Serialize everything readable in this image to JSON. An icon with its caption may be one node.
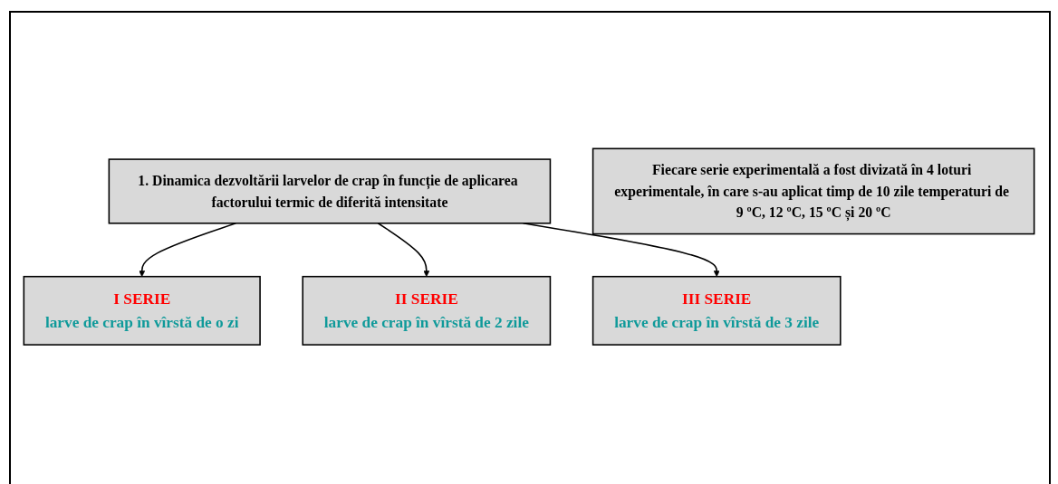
{
  "diagram": {
    "nodes": [
      {
        "text": [
          "1. Dinamica dezvoltării larvelor de crap în funcție de aplicarea factorului termic de diferită intensitate"
        ]
      },
      {
        "text": [
          "I SERIE",
          "larve de crap în vîrstă de o zi"
        ]
      },
      {
        "text": [
          "II SERIE",
          "larve de crap în vîrstă de 2 zile"
        ]
      },
      {
        "text": [
          "III SERIE",
          "larve de crap în vîrstă de 3 zile"
        ]
      },
      {
        "text": [
          "Fiecare serie experimentală a fost divizată în 4 loturi experimentale, în care s-au aplicat timp de 10 zile temperaturi de 9 ºC, 12 ºC, 15 ºC și 20 ºC"
        ]
      }
    ],
    "edges": [
      {
        "from": 0,
        "to": 1,
        "arrow": "to"
      },
      {
        "from": 0,
        "to": 2,
        "arrow": "to"
      },
      {
        "from": 0,
        "to": 3,
        "arrow": "to"
      }
    ]
  }
}
